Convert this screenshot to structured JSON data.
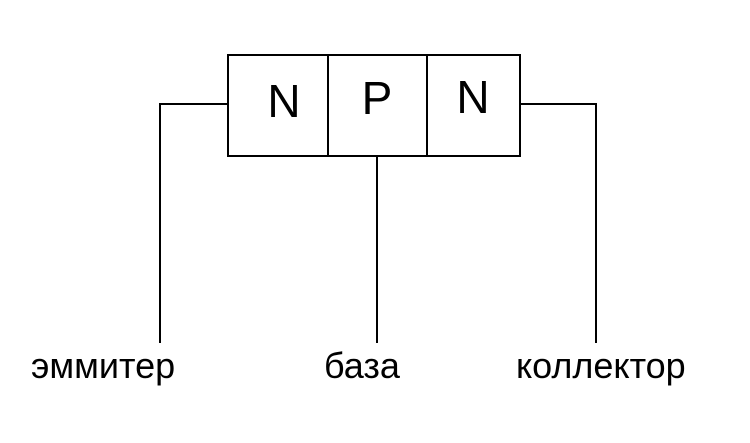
{
  "diagram": {
    "layers": [
      {
        "label": "N"
      },
      {
        "label": "P"
      },
      {
        "label": "N"
      }
    ],
    "terminals": {
      "emitter": "эммитер",
      "base": "база",
      "collector": "коллектор"
    },
    "colors": {
      "stroke": "#000000",
      "background": "#ffffff",
      "text": "#000000"
    }
  }
}
